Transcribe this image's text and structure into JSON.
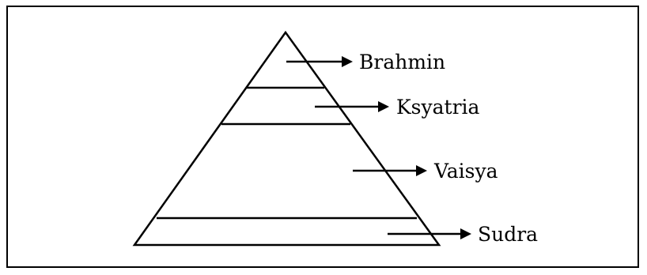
{
  "diagram": {
    "title": "",
    "tiers": [
      {
        "label": "Brahmin"
      },
      {
        "label": "Ksyatria"
      },
      {
        "label": "Vaisya"
      },
      {
        "label": "Sudra"
      }
    ]
  },
  "colors": {
    "stroke": "#000000",
    "background": "#ffffff"
  }
}
